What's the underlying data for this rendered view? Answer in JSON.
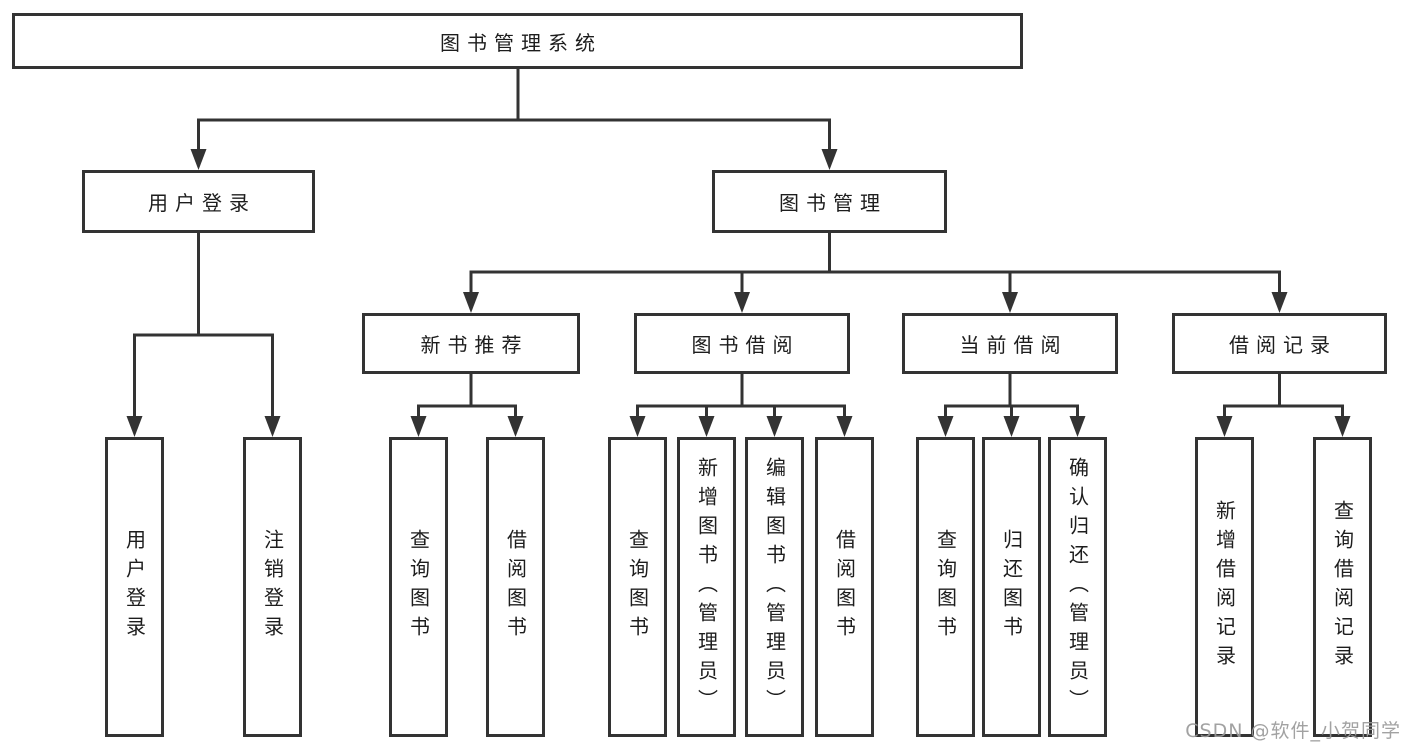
{
  "diagram": {
    "root": {
      "label": "图书管理系统"
    },
    "level2": [
      {
        "id": "user-login",
        "label": "用户登录",
        "children": [
          "用户登录",
          "注销登录"
        ]
      },
      {
        "id": "book-management",
        "label": "图书管理"
      }
    ],
    "level3": [
      {
        "id": "new-book-recommend",
        "label": "新书推荐",
        "children": [
          "查询图书",
          "借阅图书"
        ]
      },
      {
        "id": "book-borrowing",
        "label": "图书借阅",
        "children": [
          "查询图书",
          "新增图书（管理员）",
          "编辑图书（管理员）",
          "借阅图书"
        ]
      },
      {
        "id": "current-borrowing",
        "label": "当前借阅",
        "children": [
          "查询图书",
          "归还图书",
          "确认归还（管理员）"
        ]
      },
      {
        "id": "borrowing-records",
        "label": "借阅记录",
        "children": [
          "新增借阅记录",
          "查询借阅记录"
        ]
      }
    ],
    "watermark": "CSDN @软件_小贺同学",
    "colors": {
      "line": "#333333",
      "box_border": "#333333",
      "text": "#1d1d1d",
      "watermark_text": "#9a9a9a",
      "background": "#ffffff"
    }
  }
}
